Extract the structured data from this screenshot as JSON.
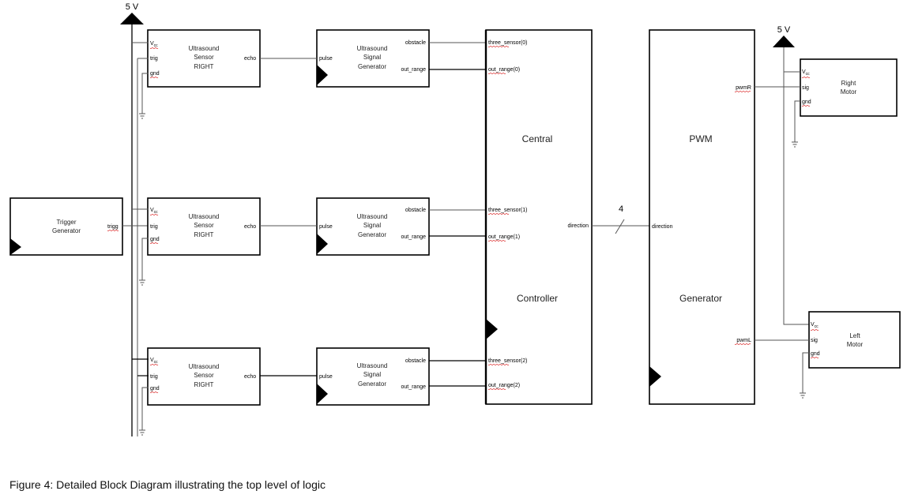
{
  "power": {
    "left_label": "5 V",
    "right_label": "5 V"
  },
  "trigger_generator": {
    "title_line1": "Trigger",
    "title_line2": "Generator",
    "out_port": "trigg"
  },
  "sensors": [
    {
      "title_line1": "Ultrasound",
      "title_line2": "Sensor",
      "title_line3": "RIGHT",
      "vcc": "V",
      "vcc_sub": "cc",
      "trig": "trig",
      "gnd": "gnd",
      "echo": "echo"
    },
    {
      "title_line1": "Ultrasound",
      "title_line2": "Sensor",
      "title_line3": "RIGHT",
      "vcc": "V",
      "vcc_sub": "cc",
      "trig": "trig",
      "gnd": "gnd",
      "echo": "echo"
    },
    {
      "title_line1": "Ultrasound",
      "title_line2": "Sensor",
      "title_line3": "RIGHT",
      "vcc": "V",
      "vcc_sub": "cc",
      "trig": "trig",
      "gnd": "gnd",
      "echo": "echo"
    }
  ],
  "signal_generators": [
    {
      "title_line1": "Ultrasound",
      "title_line2": "Signal",
      "title_line3": "Generator",
      "in_port": "pulse",
      "out1": "obstacle",
      "out2": "out_range"
    },
    {
      "title_line1": "Ultrasound",
      "title_line2": "Signal",
      "title_line3": "Generator",
      "in_port": "pulse",
      "out1": "obstacle",
      "out2": "out_range"
    },
    {
      "title_line1": "Ultrasound",
      "title_line2": "Signal",
      "title_line3": "Generator",
      "in_port": "pulse",
      "out1": "obstacle",
      "out2": "out_range"
    }
  ],
  "central_controller": {
    "title_line1": "Central",
    "title_line2": "Controller",
    "inputs": [
      "three_sensor(0)",
      "out_range(0)",
      "three_sensor(1)",
      "out_range(1)",
      "three_sensor(2)",
      "out_range(2)"
    ],
    "out_port": "direction"
  },
  "bus": {
    "width_label": "4"
  },
  "pwm_generator": {
    "title_line1": "PWM",
    "title_line2": "Generator",
    "in_port": "direction",
    "out_right": "pwmR",
    "out_left": "pwmL"
  },
  "motors": [
    {
      "title_line1": "Right",
      "title_line2": "Motor",
      "vcc": "V",
      "vcc_sub": "cc",
      "sig": "sig",
      "gnd": "gnd"
    },
    {
      "title_line1": "Left",
      "title_line2": "Motor",
      "vcc": "V",
      "vcc_sub": "cc",
      "sig": "sig",
      "gnd": "gnd"
    }
  ],
  "caption": "Figure 4: Detailed Block Diagram illustrating the top level of logic"
}
